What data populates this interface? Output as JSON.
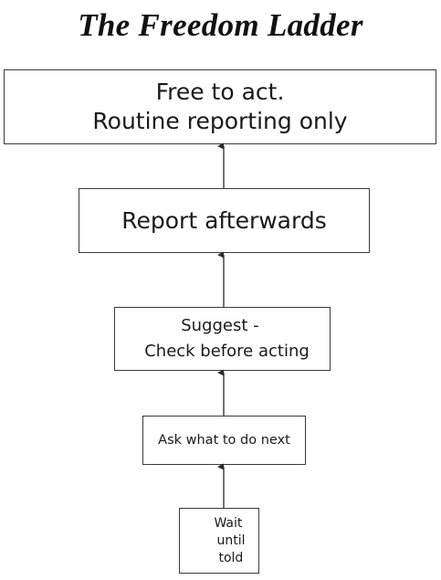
{
  "title": "The Freedom Ladder",
  "steps": [
    {
      "lines": [
        "Free to act.",
        "Routine reporting only"
      ]
    },
    {
      "lines": [
        "Report afterwards"
      ]
    },
    {
      "lines": [
        "Suggest -",
        "Check before acting"
      ]
    },
    {
      "lines": [
        "Ask what to do next"
      ]
    },
    {
      "lines": [
        "Wait",
        "until",
        "told"
      ]
    }
  ]
}
